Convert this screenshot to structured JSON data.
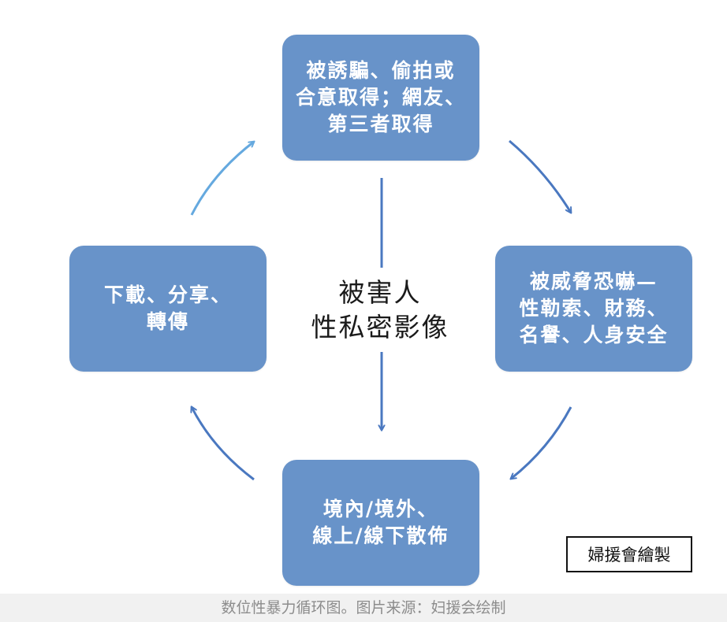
{
  "diagram": {
    "nodes": {
      "top": [
        "被誘騙、偷拍或",
        "合意取得；網友、",
        "第三者取得"
      ],
      "right": [
        "被威脅恐嚇—",
        "性勒索、財務、",
        "名譽、人身安全"
      ],
      "bottom": [
        "境內/境外、",
        "線上/線下散佈"
      ],
      "left": [
        "下載、分享、",
        "轉傳"
      ]
    },
    "center": [
      "被害人",
      "性私密影像"
    ],
    "credit": "婦援會繪製"
  },
  "caption": "数位性暴力循环图。图片来源：妇援会绘制",
  "colors": {
    "node_fill": "#6893c9",
    "arrow_dark": "#4a78c0",
    "arrow_light": "#65a9df"
  }
}
